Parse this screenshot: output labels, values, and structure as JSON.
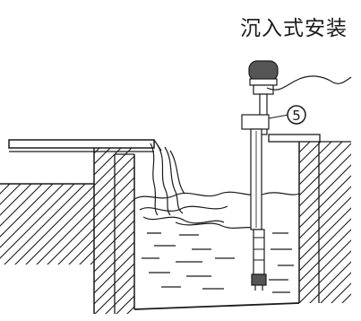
{
  "diagram": {
    "title": "沉入式安装",
    "callout_number": "5",
    "parts": {
      "pit": "pit",
      "water": "water",
      "channel": "channel",
      "inflow": "inflow",
      "sensor": "sensor",
      "cable": "cable"
    },
    "colors": {
      "line": "#1a1a1a",
      "background": "#ffffff",
      "sensor_head": "#555555"
    }
  }
}
